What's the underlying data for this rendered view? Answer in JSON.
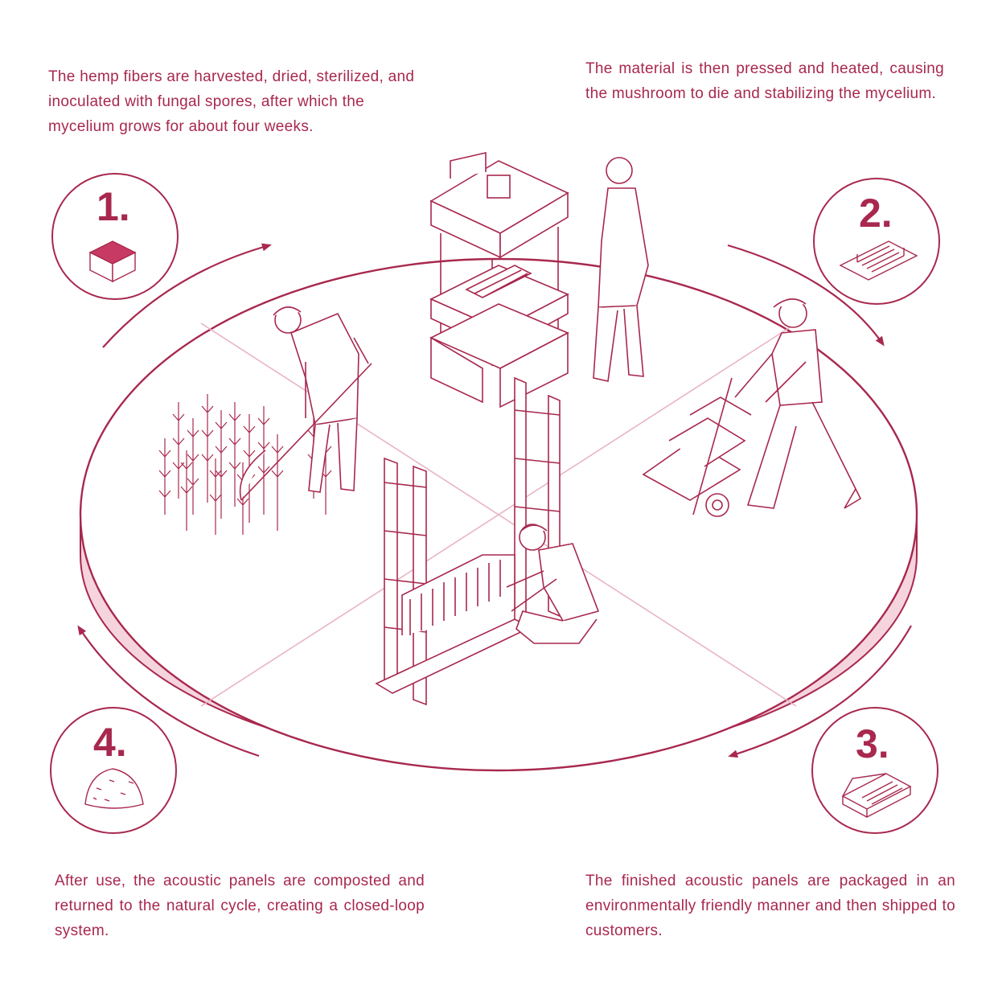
{
  "colors": {
    "accent": "#a8284e",
    "accent_light": "#f2c9d6",
    "ring_fill": "#f5d4de"
  },
  "steps": [
    {
      "number": "1.",
      "icon": "mycelium-block-icon",
      "caption": "The hemp fibers are harvested, dried, sterilized, and inoculated with fungal spores, after which the mycelium grows for about four weeks."
    },
    {
      "number": "2.",
      "icon": "pressed-panels-icon",
      "caption": "The material is then pressed and heated, causing the mushroom to die and stabilizing the mycelium."
    },
    {
      "number": "3.",
      "icon": "packaged-box-icon",
      "caption": "The finished acoustic panels are packaged in an environmentally friendly manner and then shipped to customers."
    },
    {
      "number": "4.",
      "icon": "compost-heap-icon",
      "caption": "After use, the acoustic panels are composted and returned to the natural cycle, creating a closed-loop system."
    }
  ]
}
